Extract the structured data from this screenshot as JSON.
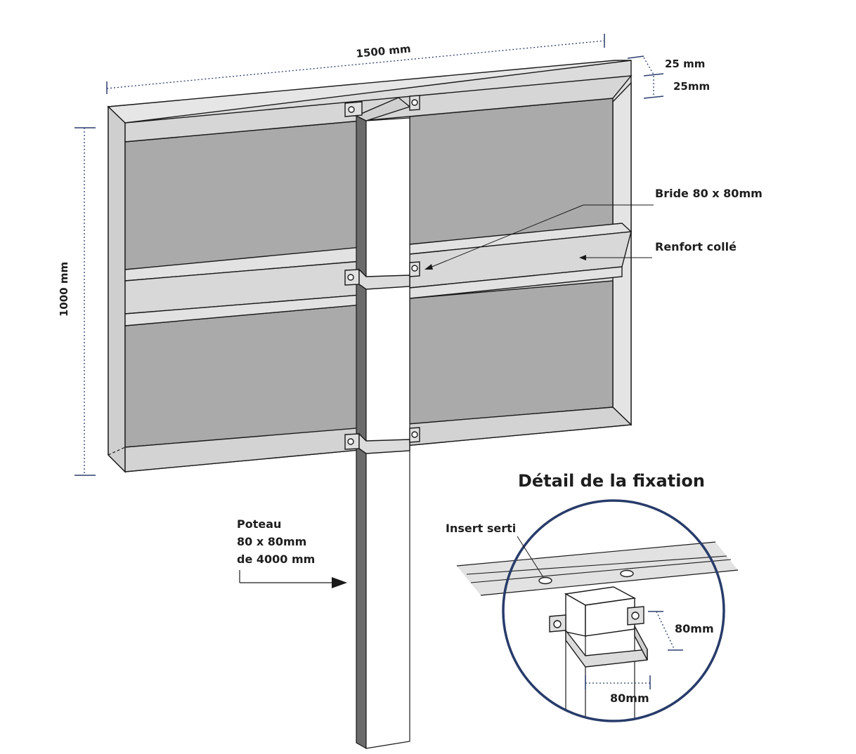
{
  "dimensions": {
    "width": "1500 mm",
    "height": "1000 mm",
    "depth_top": "25 mm",
    "depth_side": "25mm"
  },
  "callouts": {
    "bride": "Bride 80 x 80mm",
    "renfort": "Renfort collé",
    "poteau_line1": "Poteau",
    "poteau_line2": "80 x 80mm",
    "poteau_line3": "de 4000 mm"
  },
  "detail": {
    "title": "Détail de la fixation",
    "insert": "Insert serti",
    "dim_right": "80mm",
    "dim_bottom": "80mm"
  },
  "colors": {
    "panel_gray": "#aaaaaa",
    "frame_light": "#d9d9d9",
    "frame_mid": "#cfcfcf",
    "post_dark": "#6b6b6b",
    "dimension_blue": "#2d3e6e",
    "circle_blue": "#283c6a"
  }
}
